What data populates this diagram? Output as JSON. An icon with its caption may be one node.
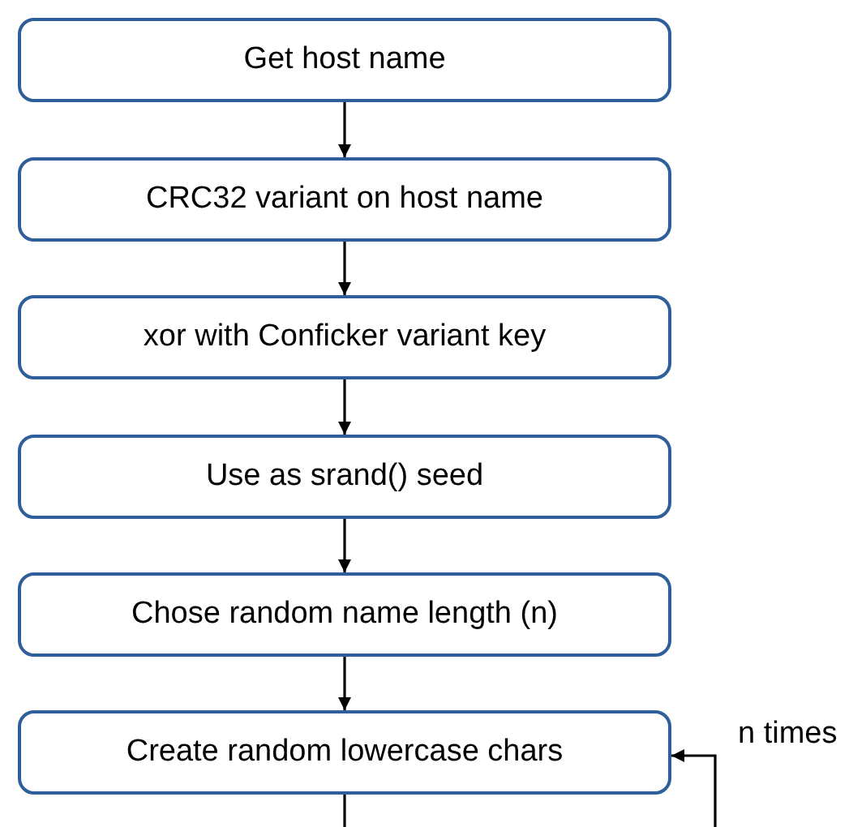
{
  "diagram": {
    "nodes": [
      {
        "text": [
          "Get host name"
        ]
      },
      {
        "text": [
          "CRC32 variant on host name"
        ]
      },
      {
        "text": [
          "xor with Conficker variant key"
        ]
      },
      {
        "text": [
          "Use as srand() seed"
        ]
      },
      {
        "text": [
          "Chose random name length (n)"
        ]
      },
      {
        "text": [
          "Create random lowercase chars"
        ]
      }
    ],
    "edges": [
      {
        "from": 0,
        "to": 1,
        "arrow": "to"
      },
      {
        "from": 1,
        "to": 2,
        "arrow": "to"
      },
      {
        "from": 2,
        "to": 3,
        "arrow": "to"
      },
      {
        "from": 3,
        "to": 4,
        "arrow": "to"
      },
      {
        "from": 4,
        "to": 5,
        "arrow": "to"
      },
      {
        "from": 5,
        "to": null,
        "arrow": "none"
      },
      {
        "from": null,
        "to": 5,
        "arrow": "to",
        "label": "n times"
      }
    ]
  }
}
